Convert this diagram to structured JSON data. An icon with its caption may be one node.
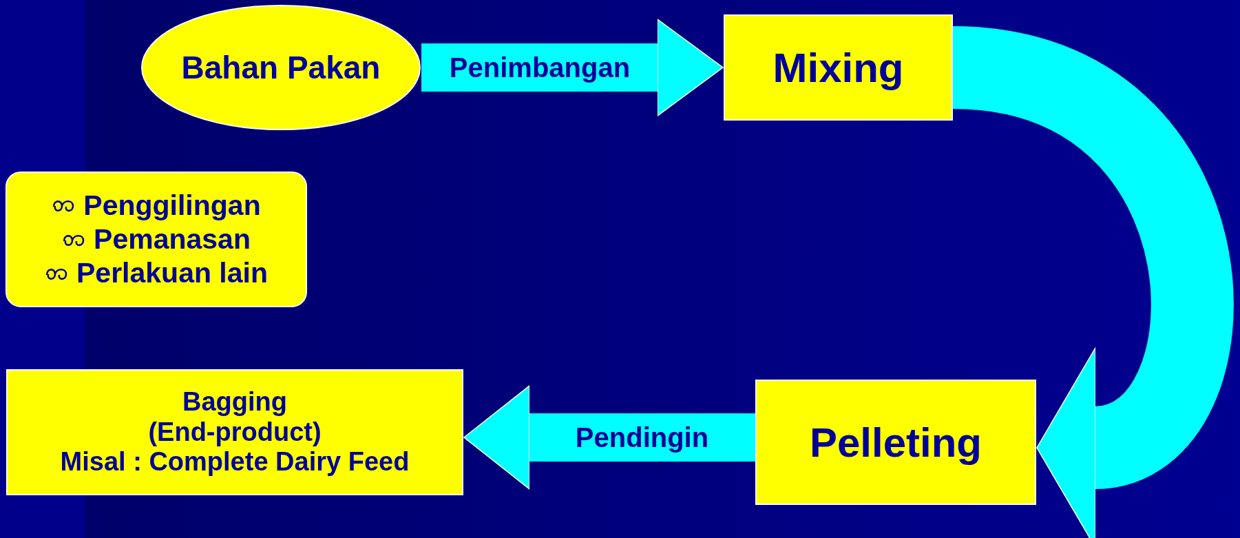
{
  "diagram": {
    "nodes": [
      {
        "text": [
          "Bahan Pakan"
        ]
      },
      {
        "text": [
          "Mixing"
        ]
      },
      {
        "text": [
          "Penggilingan",
          "Pemanasan",
          "Perlakuan lain"
        ]
      },
      {
        "text": [
          "Bagging",
          "(End-product)",
          "Misal : Complete Dairy Feed"
        ]
      },
      {
        "text": [
          "Pelleting"
        ]
      }
    ],
    "edges": [
      {
        "from": 0,
        "to": 1,
        "arrow": "to",
        "label": "Penimbangan"
      },
      {
        "from": 1,
        "to": 4,
        "arrow": "to"
      },
      {
        "from": 4,
        "to": 3,
        "arrow": "to",
        "label": "Pendingin"
      }
    ]
  }
}
